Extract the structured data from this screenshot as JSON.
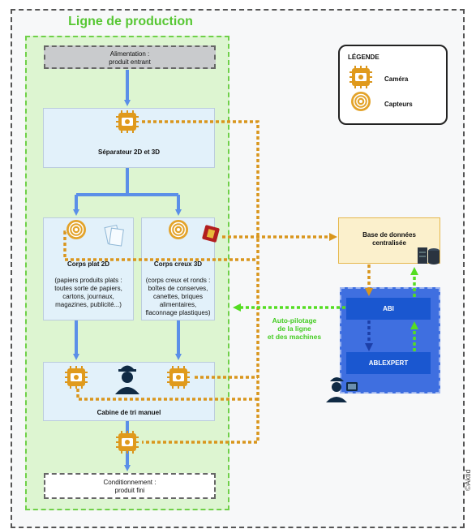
{
  "title": "Ligne de production",
  "legend": {
    "title": "LÉGENDE",
    "camera": "Caméra",
    "sensor": "Capteurs"
  },
  "alimentation": {
    "line1": "Alimentation :",
    "line2": "produit entrant"
  },
  "separateur": "Séparateur 2D et 3D",
  "corps_plat": {
    "title": "Corps plat 2D",
    "desc": "(papiers produits plats : toutes sorte de papiers, cartons, journaux, magazines, publicité...)"
  },
  "corps_creux": {
    "title": "Corps creux 3D",
    "desc": "(corps creux et ronds : boîtes de conserves, canettes, briques alimentaires, flaconnage plastiques)"
  },
  "cabine": "Cabine de tri manuel",
  "conditionnement": {
    "line1": "Conditionnement :",
    "line2": "produit fini"
  },
  "database": {
    "line1": "Base de données",
    "line2": "centralisée"
  },
  "abi": "ABI",
  "ablexpert": "ABLEXPERT",
  "autopilot": {
    "line1": "Auto-pilotage",
    "line2": "de la ligne",
    "line3": "et des machines"
  },
  "credit": "©Aktid",
  "colors": {
    "flow": "#5b8fe8",
    "data": "#d9961d",
    "control": "#55dd22",
    "line_bg": "#ddf5d1",
    "abi_panel": "#3f6fe0"
  }
}
